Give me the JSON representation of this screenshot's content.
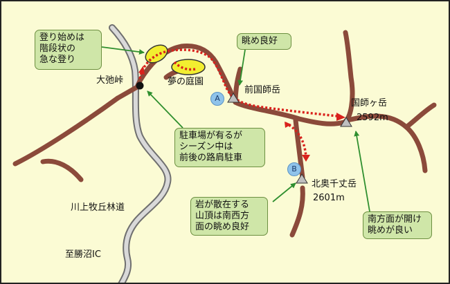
{
  "places": {
    "daichi_pass": "大弛峠",
    "yume_garden": "夢の庭園",
    "mae_kokushi": "前国師岳",
    "kokushi_name": "国師ヶ岳",
    "kokushi_elev": "2592m",
    "kitaoku_name": "北奥千丈岳",
    "kitaoku_elev": "2601m",
    "forest_road": "川上牧丘林道",
    "to_ic": "至勝沼IC"
  },
  "notes": {
    "steps": "登り始めは\n階段状の\n急な登り",
    "view": "眺め良好",
    "parking": "駐車場が有るが\nシーズン中は\n前後の路肩駐車",
    "rocks": "岩が散在する\n山頂は南西方\n面の眺め良好",
    "south": "南方面が開け\n眺めが良い"
  },
  "markers": {
    "a": "A",
    "b": "B"
  },
  "colors": {
    "background": "#fbfbd4",
    "ridge": "#8b4a3a",
    "road": "#8a8a8a",
    "route": "#d9221c",
    "note_fill": "#cfe6a8",
    "arrow": "#2f8f2f",
    "highlight": "#f2ee30"
  }
}
